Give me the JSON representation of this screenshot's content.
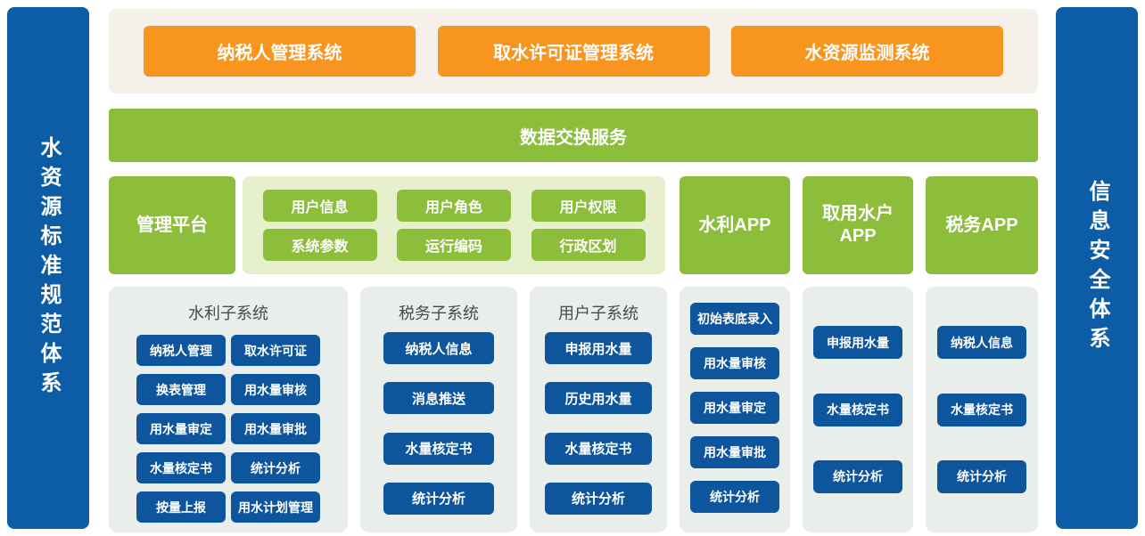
{
  "colors": {
    "pillar_blue": "#0C5CA6",
    "module_blue": "#0D559C",
    "orange": "#F8951F",
    "green": "#8CBE3C",
    "light_green": "#E6F0CC",
    "beige_band": "#F5F0EA",
    "panel_gray": "#E9EEEB",
    "title_gray": "#4A4A4A"
  },
  "left_pillar": "水资源标准规范体系",
  "right_pillar": "信息安全体系",
  "top_systems": {
    "taxpayer": "纳税人管理系统",
    "water_permit": "取水许可证管理系统",
    "monitoring": "水资源监测系统"
  },
  "data_exchange_label": "数据交换服务",
  "platform": {
    "management_label": "管理平台",
    "config_items": [
      "用户信息",
      "用户角色",
      "用户权限",
      "系统参数",
      "运行编码",
      "行政区划"
    ],
    "apps": [
      "水利APP",
      "取用水户APP",
      "税务APP"
    ]
  },
  "subsystems": [
    {
      "title": "水利子系统",
      "items": [
        "纳税人管理",
        "取水许可证",
        "换表管理",
        "用水量审核",
        "用水量审定",
        "用水量审批",
        "水量核定书",
        "统计分析",
        "按量上报",
        "用水计划管理"
      ]
    },
    {
      "title": "税务子系统",
      "items": [
        "纳税人信息",
        "消息推送",
        "水量核定书",
        "统计分析"
      ]
    },
    {
      "title": "用户子系统",
      "items": [
        "申报用水量",
        "历史用水量",
        "水量核定书",
        "统计分析"
      ]
    },
    {
      "title": "",
      "items": [
        "初始表底录入",
        "用水量审核",
        "用水量审定",
        "用水量审批",
        "统计分析"
      ]
    },
    {
      "title": "",
      "items": [
        "申报用水量",
        "水量核定书",
        "统计分析"
      ]
    },
    {
      "title": "",
      "items": [
        "纳税人信息",
        "水量核定书",
        "统计分析"
      ]
    }
  ]
}
